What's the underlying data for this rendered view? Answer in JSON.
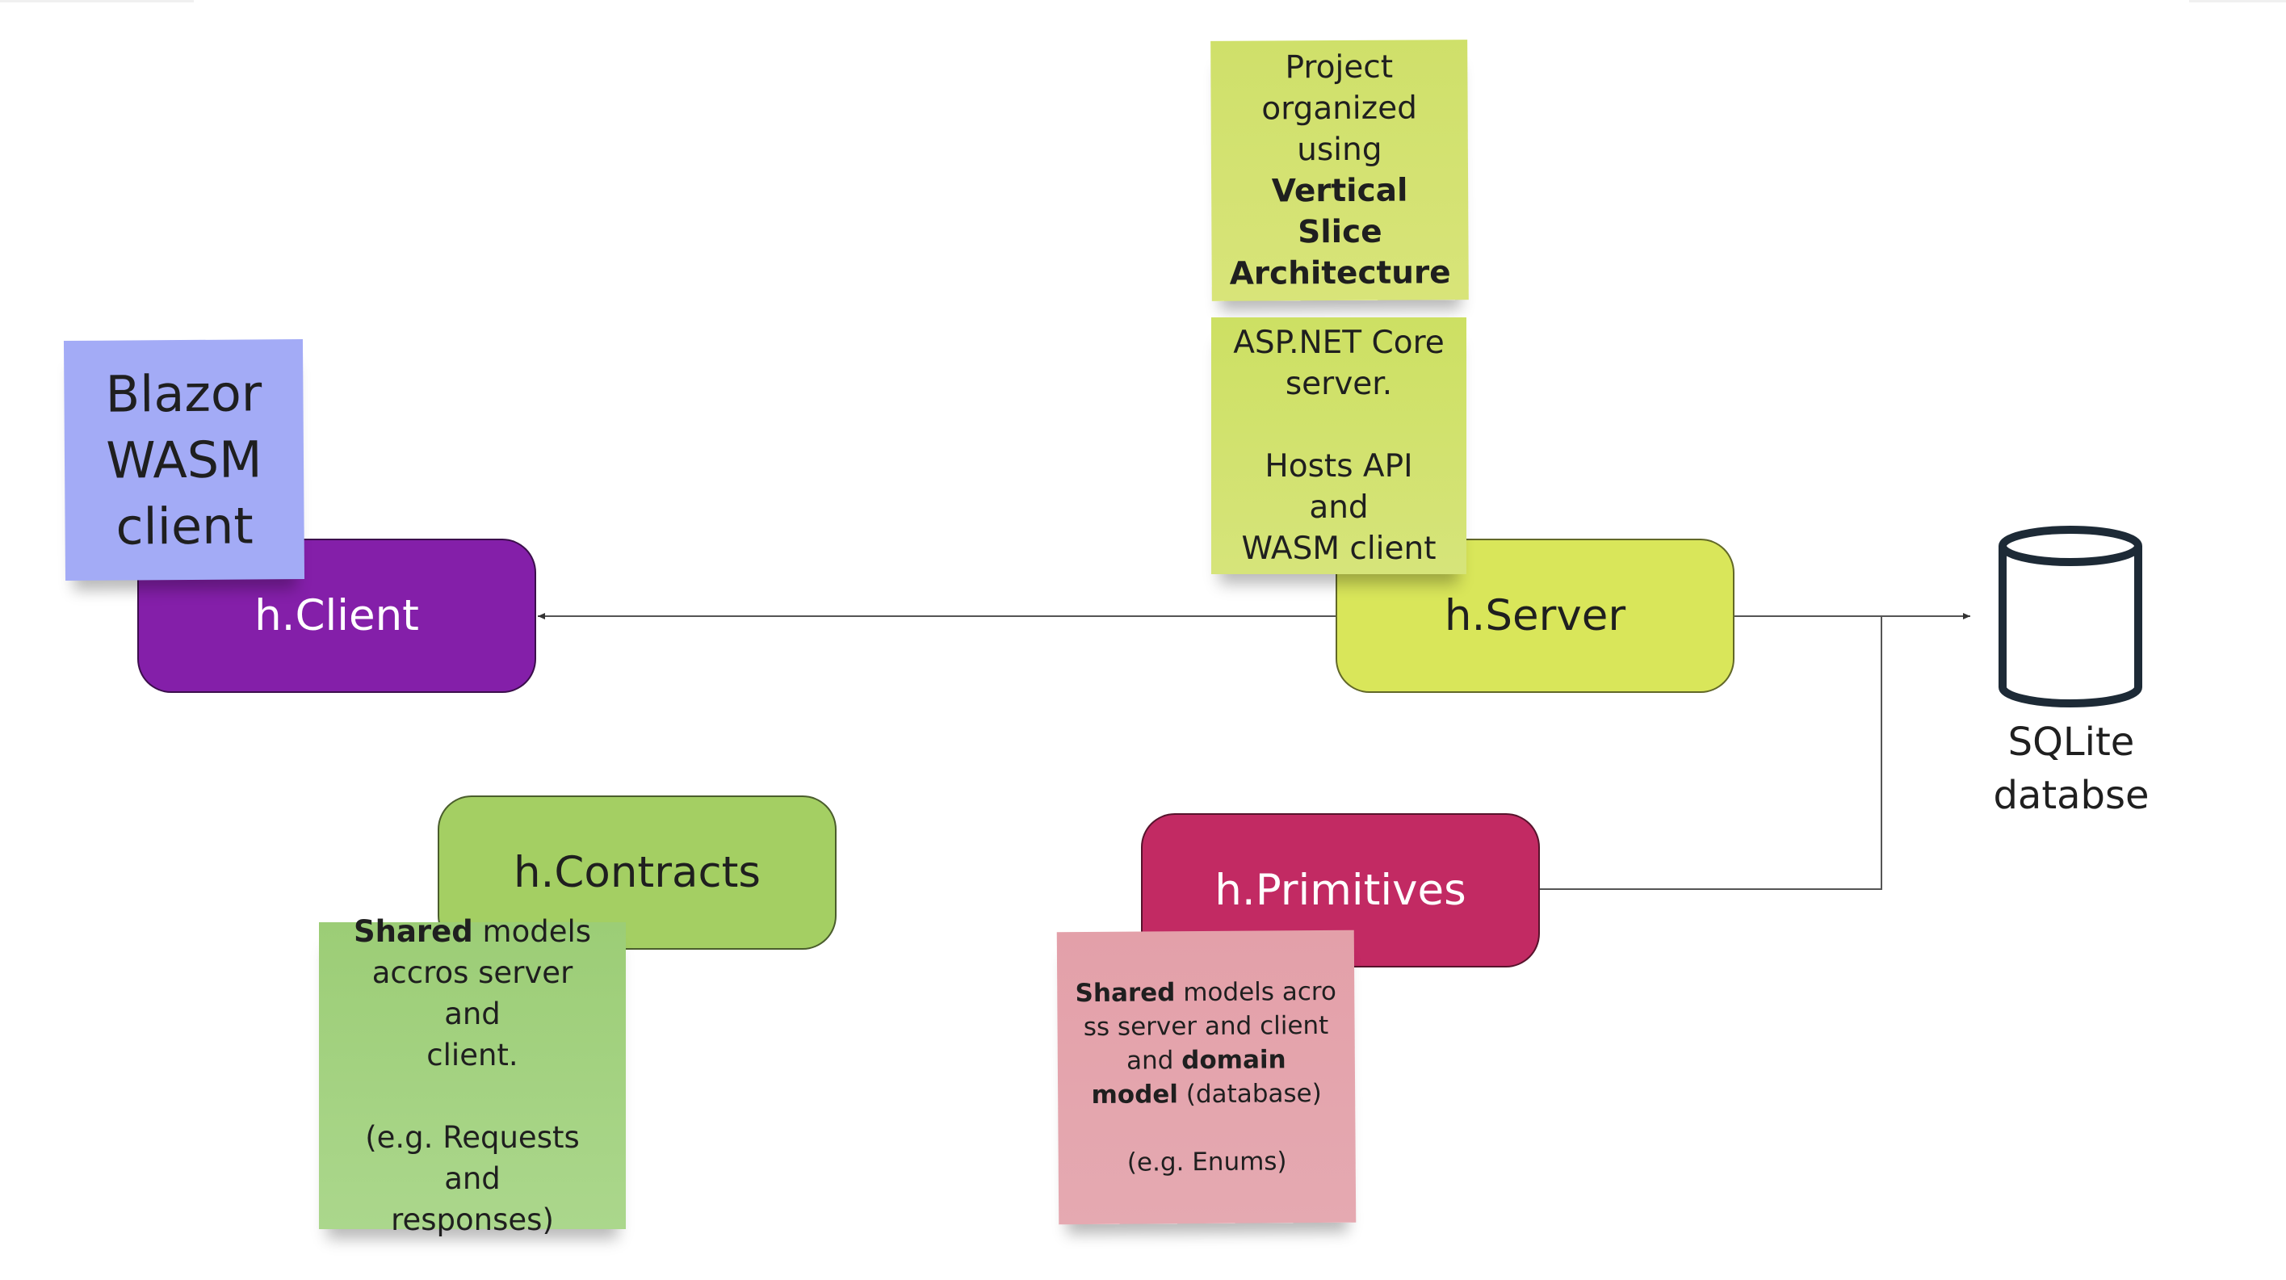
{
  "boxes": {
    "client": "h.Client",
    "server": "h.Server",
    "contracts": "h.Contracts",
    "primitives": "h.Primitives"
  },
  "notes": {
    "blazor": "Blazor\nWASM\nclient",
    "vsa": {
      "line1": "Project",
      "line2": "organized",
      "line3_a": "using ",
      "line3_b": "Vertical",
      "line4": "Slice",
      "line5": "Architecture"
    },
    "aspnet": "ASP.NET Core\nserver.\n\nHosts API and\nWASM client",
    "contracts": {
      "bold": "Shared",
      "rest": " models\naccros server and\nclient.\n\n(e.g. Requests and\nresponses)"
    },
    "primitives": {
      "bold1": "Shared",
      "text1": " models acro\nss server and client\nand ",
      "bold2": "domain\nmodel",
      "text2": " (database)\n\n(e.g. Enums)"
    }
  },
  "database": {
    "label": "SQLite\ndatabse",
    "icon": "database-cylinder-icon"
  },
  "colors": {
    "client": "#841fa9",
    "server": "#d9e65a",
    "contracts": "#a4cf63",
    "primitives": "#c22a63",
    "blazor_note": "#a3abf6",
    "server_notes": "#d3e26e",
    "contracts_note": "#a3d281",
    "primitives_note": "#e4a4ad",
    "db_icon": "#1d2a36"
  }
}
